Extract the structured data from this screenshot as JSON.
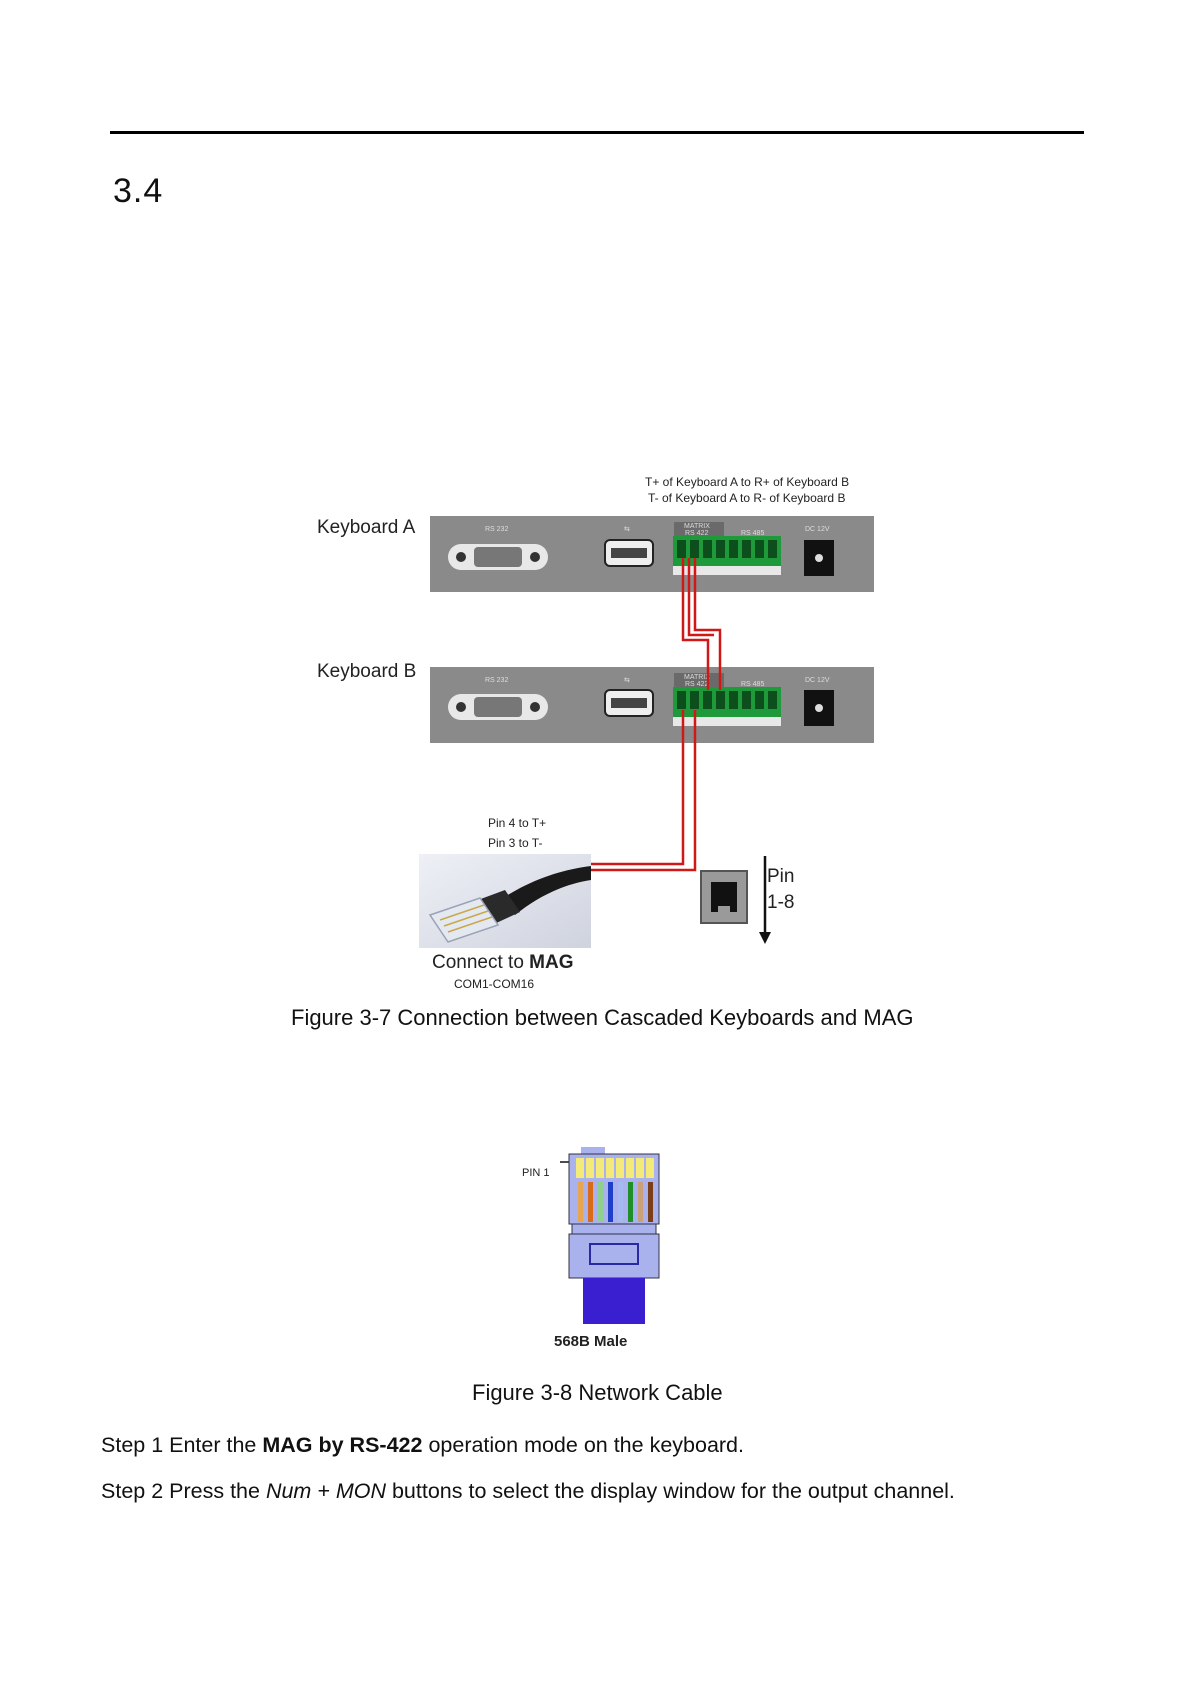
{
  "header": {
    "section_number": "3.4"
  },
  "figure1": {
    "note_line1": "T+ of Keyboard A to R+ of Keyboard B",
    "note_line2": "T- of Keyboard A to R- of Keyboard B",
    "keyboard_a_label": "Keyboard A",
    "keyboard_b_label": "Keyboard B",
    "port_rs232": "RS 232",
    "port_matrix": "MATRIX",
    "port_rs422": "RS 422",
    "port_rs485": "RS 485",
    "port_dc": "DC 12V",
    "pin_note_line1": "Pin 4 to T+",
    "pin_note_line2": "Pin 3 to T-",
    "pin_label": "Pin",
    "pin_range": "1-8",
    "connect_prefix": "Connect to ",
    "connect_bold": "MAG",
    "com_range": "COM1-COM16",
    "caption": "Figure 3-7 Connection between Cascaded Keyboards and MAG"
  },
  "figure2": {
    "pin1_label": "PIN 1",
    "connector_label": "568B Male",
    "caption": "Figure 3-8 Network Cable"
  },
  "steps": [
    {
      "prefix": "Step 1 Enter the ",
      "bold": "MAG by RS-422",
      "suffix": " operation mode on the keyboard."
    },
    {
      "prefix": "Step 2 Press the ",
      "italic": "Num + MON",
      "suffix": " buttons to select the display window for the output channel."
    }
  ],
  "colors": {
    "panel": "#8a8a8a",
    "wire": "#d01818",
    "terminal": "#1f9a3a",
    "connector_body": "#aab2ee",
    "cable": "#3a1fd0"
  }
}
